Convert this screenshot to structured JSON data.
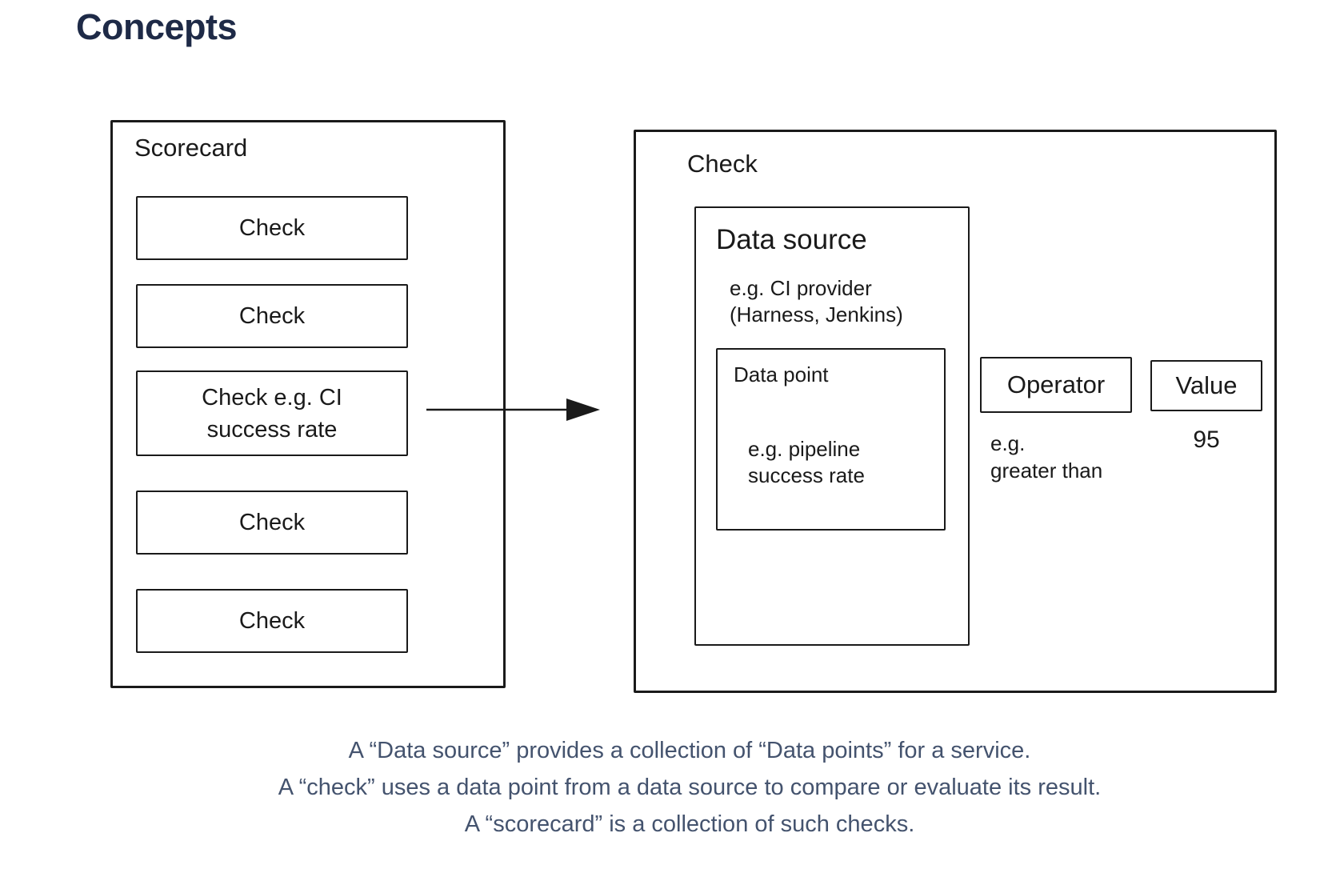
{
  "title": "Concepts",
  "colors": {
    "title_text": "#1e2a47",
    "caption_text": "#44536e",
    "diagram_stroke": "#1a1a1a",
    "background": "#ffffff"
  },
  "diagram": {
    "scorecard": {
      "label": "Scorecard",
      "checks": [
        {
          "label": "Check"
        },
        {
          "label": "Check"
        },
        {
          "label": "Check e.g. CI\nsuccess rate"
        },
        {
          "label": "Check"
        },
        {
          "label": "Check"
        }
      ]
    },
    "check_detail": {
      "label": "Check",
      "data_source": {
        "label": "Data source",
        "example": "e.g. CI provider\n(Harness, Jenkins)",
        "data_point": {
          "label": "Data point",
          "example": "e.g. pipeline\nsuccess rate"
        }
      },
      "operator": {
        "label": "Operator",
        "example": "e.g.\ngreater than"
      },
      "value": {
        "label": "Value",
        "example": "95"
      }
    }
  },
  "captions": [
    "A “Data source” provides a collection of “Data points” for a service.",
    "A “check” uses a data point from a data source to compare or evaluate its result.",
    "A “scorecard” is a collection of such checks."
  ]
}
